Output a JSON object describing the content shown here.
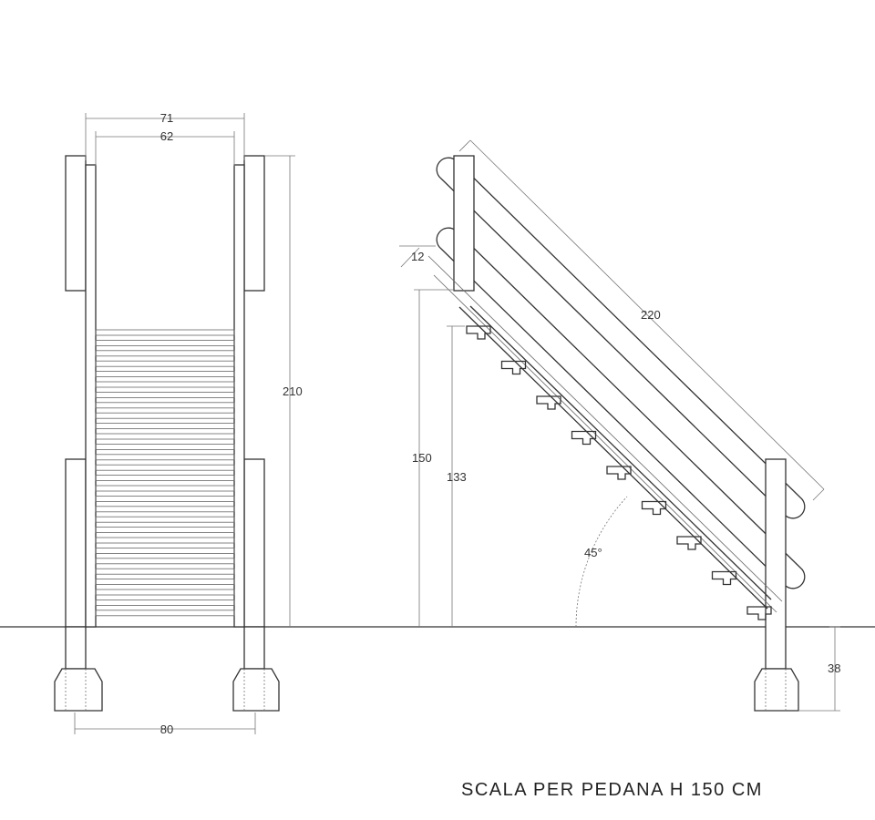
{
  "caption": "SCALA PER PEDANA H 150 CM",
  "front_view": {
    "dim_outer_width": "71",
    "dim_inner_width": "62",
    "dim_height": "210",
    "dim_base_width": "80"
  },
  "side_view": {
    "dim_rail_offset": "12",
    "dim_length": "220",
    "dim_platform_height": "150",
    "dim_stringer_height": "133",
    "dim_angle": "45°",
    "dim_footing_depth": "38"
  },
  "colors": {
    "line": "#333333",
    "dimension": "#777777",
    "background": "#ffffff"
  }
}
